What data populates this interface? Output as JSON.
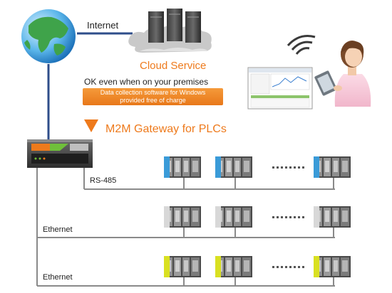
{
  "labels": {
    "internet": "Internet",
    "cloud_service": "Cloud Service",
    "premises_note": "OK even when on your premises",
    "software_line1": "Data collection software for Windows",
    "software_line2": "provided free of charge",
    "gateway_title": "M2M Gateway for PLCs",
    "rs485": "RS-485",
    "ethernet_1": "Ethernet",
    "ethernet_2": "Ethernet"
  },
  "colors": {
    "accent_orange": "#ee7a1c",
    "link_blue": "#2e4d8a",
    "bus_gray": "#8a8a8a",
    "plc_blue_module": "#3a9bd8",
    "plc_gray_module": "#d8d8d8",
    "plc_yellow_module": "#d9e021"
  },
  "plc_rows": [
    {
      "module_color": "blue",
      "units": 3
    },
    {
      "module_color": "gray",
      "units": 3
    },
    {
      "module_color": "yellow",
      "units": 3
    }
  ]
}
